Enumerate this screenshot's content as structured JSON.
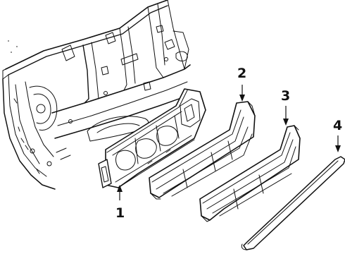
{
  "callouts": [
    {
      "id": "part-1",
      "label": "1"
    },
    {
      "id": "part-2",
      "label": "2"
    },
    {
      "id": "part-3",
      "label": "3"
    },
    {
      "id": "part-4",
      "label": "4"
    }
  ]
}
